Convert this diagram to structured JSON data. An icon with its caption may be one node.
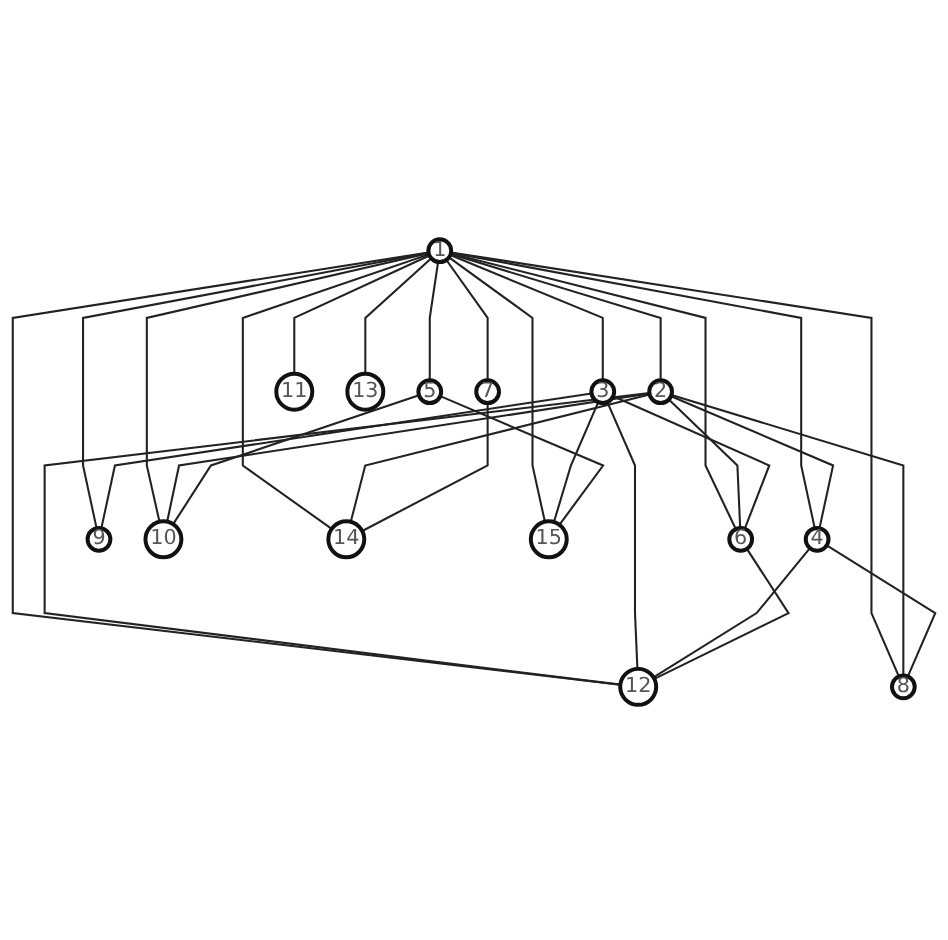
{
  "diagram": {
    "nodes": [
      {
        "text": [
          "1"
        ]
      },
      {
        "text": [
          "2"
        ]
      },
      {
        "text": [
          "3"
        ]
      },
      {
        "text": [
          "4"
        ]
      },
      {
        "text": [
          "5"
        ]
      },
      {
        "text": [
          "6"
        ]
      },
      {
        "text": [
          "7"
        ]
      },
      {
        "text": [
          "8"
        ]
      },
      {
        "text": [
          "9"
        ]
      },
      {
        "text": [
          "10"
        ]
      },
      {
        "text": [
          "11"
        ]
      },
      {
        "text": [
          "12"
        ]
      },
      {
        "text": [
          "13"
        ]
      },
      {
        "text": [
          "14"
        ]
      },
      {
        "text": [
          "15"
        ]
      }
    ],
    "edges": [
      {
        "from": 0,
        "to": 1,
        "arrow": "none"
      },
      {
        "from": 0,
        "to": 2,
        "arrow": "none"
      },
      {
        "from": 0,
        "to": 3,
        "arrow": "none"
      },
      {
        "from": 0,
        "to": 4,
        "arrow": "none"
      },
      {
        "from": 0,
        "to": 5,
        "arrow": "none"
      },
      {
        "from": 0,
        "to": 6,
        "arrow": "none"
      },
      {
        "from": 0,
        "to": 7,
        "arrow": "none"
      },
      {
        "from": 0,
        "to": 8,
        "arrow": "none"
      },
      {
        "from": 0,
        "to": 9,
        "arrow": "none"
      },
      {
        "from": 0,
        "to": 10,
        "arrow": "none"
      },
      {
        "from": 0,
        "to": 11,
        "arrow": "none"
      },
      {
        "from": 0,
        "to": 12,
        "arrow": "none"
      },
      {
        "from": 0,
        "to": 13,
        "arrow": "none"
      },
      {
        "from": 0,
        "to": 14,
        "arrow": "none"
      },
      {
        "from": 1,
        "to": 3,
        "arrow": "none"
      },
      {
        "from": 1,
        "to": 5,
        "arrow": "none"
      },
      {
        "from": 1,
        "to": 7,
        "arrow": "none"
      },
      {
        "from": 1,
        "to": 9,
        "arrow": "none"
      },
      {
        "from": 1,
        "to": 11,
        "arrow": "none"
      },
      {
        "from": 1,
        "to": 13,
        "arrow": "none"
      },
      {
        "from": 2,
        "to": 5,
        "arrow": "none"
      },
      {
        "from": 2,
        "to": 8,
        "arrow": "none"
      },
      {
        "from": 2,
        "to": 11,
        "arrow": "none"
      },
      {
        "from": 2,
        "to": 14,
        "arrow": "none"
      },
      {
        "from": 3,
        "to": 7,
        "arrow": "none"
      },
      {
        "from": 3,
        "to": 11,
        "arrow": "none"
      },
      {
        "from": 4,
        "to": 9,
        "arrow": "none"
      },
      {
        "from": 4,
        "to": 14,
        "arrow": "none"
      },
      {
        "from": 5,
        "to": 11,
        "arrow": "none"
      },
      {
        "from": 6,
        "to": 13,
        "arrow": "none"
      }
    ]
  }
}
